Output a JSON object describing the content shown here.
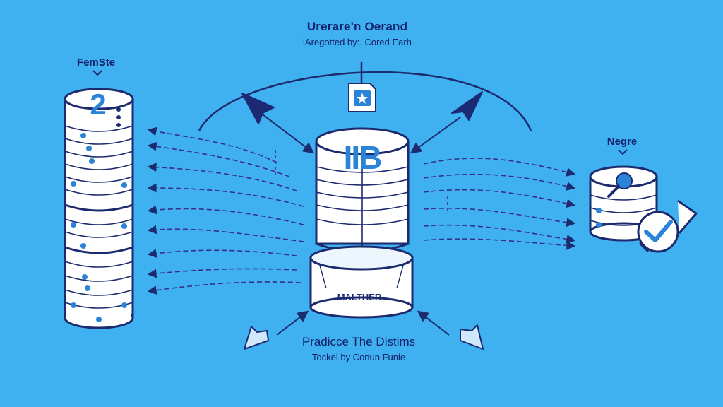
{
  "header": {
    "title": "Urerare'n Oerand",
    "subtitle": "lAregotted by:. Cored Earh"
  },
  "left_store": {
    "label": "FemSte",
    "badge": "2"
  },
  "center_store": {
    "label": "IIB",
    "base_label": "MALTHER"
  },
  "right_store": {
    "label": "Negre"
  },
  "footer": {
    "title": "Pradicce The Distims",
    "subtitle": "Tockel by Conun Funie"
  },
  "icons": {
    "top_document": "document-icon",
    "right_search": "magnifier-icon",
    "right_check": "checkmark-badge-icon"
  },
  "colors": {
    "background": "#3fb0f0",
    "stroke": "#1c2a6e",
    "accent": "#2a83d6",
    "cylinder_fill": "#ffffff"
  }
}
